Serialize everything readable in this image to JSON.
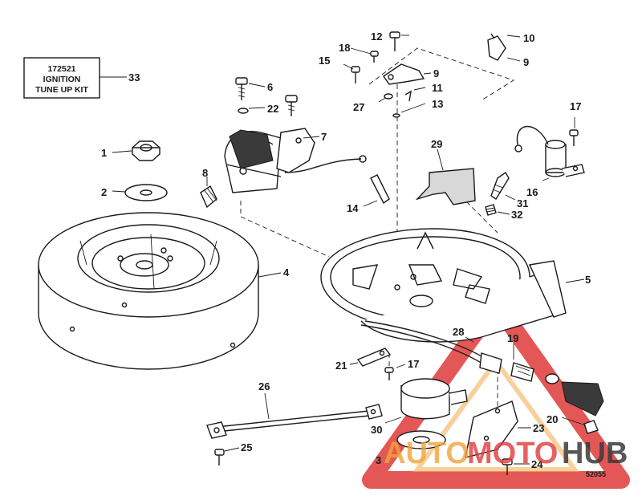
{
  "kit": {
    "line1": "172521",
    "line2": "IGNITION",
    "line3": "TUNE UP KIT"
  },
  "callouts": [
    "1",
    "2",
    "3",
    "4",
    "5",
    "6",
    "7",
    "8",
    "9",
    "9",
    "10",
    "11",
    "12",
    "13",
    "14",
    "15",
    "16",
    "17",
    "17",
    "18",
    "19",
    "20",
    "21",
    "22",
    "23",
    "24",
    "25",
    "26",
    "27",
    "28",
    "29",
    "30",
    "31",
    "32",
    "33"
  ],
  "drawing_code": "52055",
  "watermark": {
    "part1": "AUTO",
    "part2": "MOTO",
    "part3": "HUB",
    "color_red": "#e03a3a",
    "color_orange": "#f2a33a",
    "color_dark": "#3a3a3a"
  }
}
